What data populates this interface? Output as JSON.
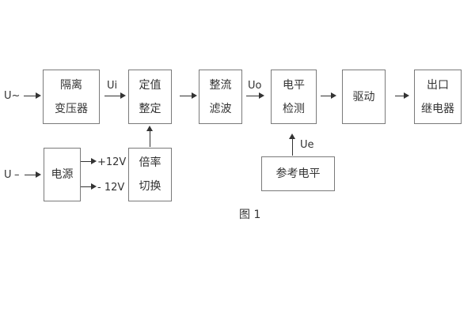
{
  "diagram": {
    "caption": "图 1",
    "colors": {
      "background": "#ffffff",
      "box_border": "#7a7a7a",
      "line": "#333333",
      "text": "#333333"
    },
    "inputs": {
      "ac_label": "U~",
      "dc_label": "U",
      "dc_dash": "–"
    },
    "signals": {
      "ui": "Ui",
      "uo": "Uo",
      "ue": "Ue",
      "plus12v": "+12V",
      "minus12v": "- 12V"
    },
    "boxes": {
      "isolation_transformer": {
        "lines": [
          "隔离",
          "变压器"
        ]
      },
      "setpoint_adjust": {
        "lines": [
          "定值",
          "整定"
        ]
      },
      "rectify_filter": {
        "lines": [
          "整流",
          "滤波"
        ]
      },
      "level_detect": {
        "lines": [
          "电平",
          "检测"
        ]
      },
      "drive": {
        "lines": [
          "驱动"
        ]
      },
      "output_relay": {
        "lines": [
          "出口",
          "继电器"
        ]
      },
      "power_supply": {
        "lines": [
          "电源"
        ]
      },
      "ratio_switch": {
        "lines": [
          "倍率",
          "切换"
        ]
      },
      "reference_level": {
        "lines": [
          "参考电平"
        ]
      }
    }
  }
}
